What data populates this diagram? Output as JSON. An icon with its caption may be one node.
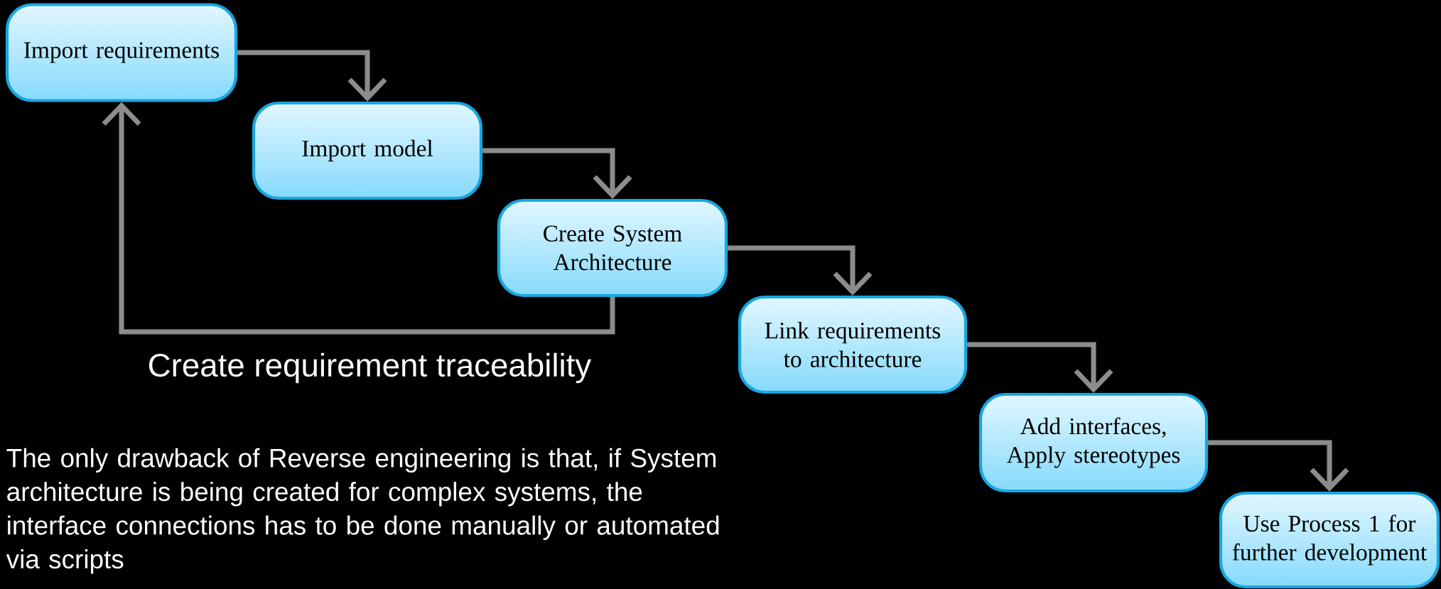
{
  "diagram": {
    "nodes": [
      {
        "text": [
          "Import requirements"
        ]
      },
      {
        "text": [
          "Import model"
        ]
      },
      {
        "text": [
          "Create System Architecture"
        ]
      },
      {
        "text": [
          "Link requirements to architecture"
        ]
      },
      {
        "text": [
          "Add interfaces, Apply stereotypes"
        ]
      },
      {
        "text": [
          "Use Process 1 for further development"
        ]
      }
    ],
    "edges": [
      {
        "from": 0,
        "to": 1,
        "arrow": "to"
      },
      {
        "from": 1,
        "to": 2,
        "arrow": "to"
      },
      {
        "from": 2,
        "to": 3,
        "arrow": "to"
      },
      {
        "from": 3,
        "to": 4,
        "arrow": "to"
      },
      {
        "from": 4,
        "to": 5,
        "arrow": "to"
      },
      {
        "from": 2,
        "to": 0,
        "arrow": "to",
        "label": "Create requirement traceability"
      }
    ],
    "labels": [
      "The only drawback of Reverse engineering is that, if System architecture is being created for complex systems, the interface connections has to be done manually or automated via scripts"
    ]
  }
}
